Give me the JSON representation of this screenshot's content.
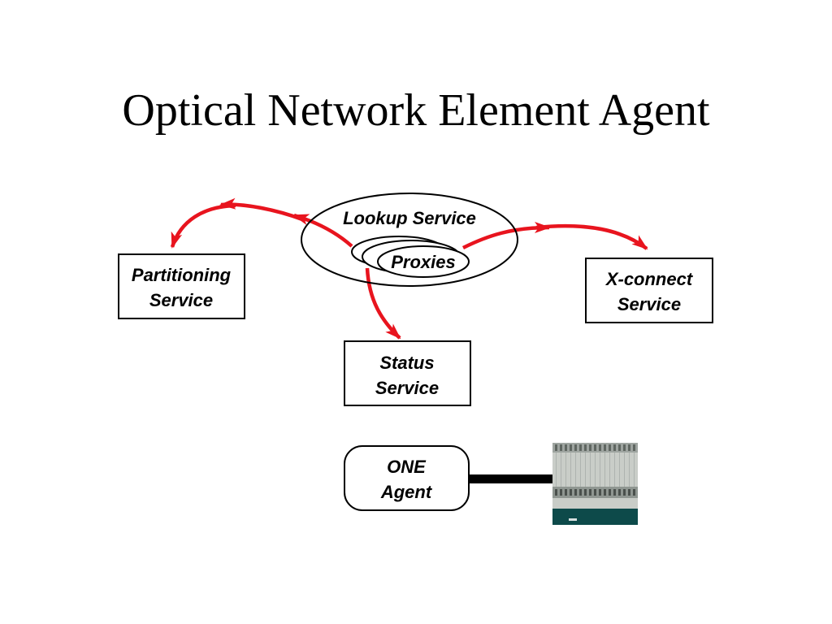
{
  "title": "Optical Network Element Agent",
  "diagram": {
    "lookup_service": "Lookup Service",
    "proxies": "Proxies",
    "partitioning_service": [
      "Partitioning",
      "Service"
    ],
    "xconnect_service": [
      "X-connect",
      "Service"
    ],
    "status_service": [
      "Status",
      "Service"
    ],
    "one_agent": [
      "ONE",
      "Agent"
    ]
  },
  "colors": {
    "arrow": "#e8141e",
    "line": "#000000",
    "device_body": "#c9cdc8",
    "device_base": "#0d4a4a"
  },
  "icons": {
    "network_element": "optical-network-element-device-icon"
  }
}
